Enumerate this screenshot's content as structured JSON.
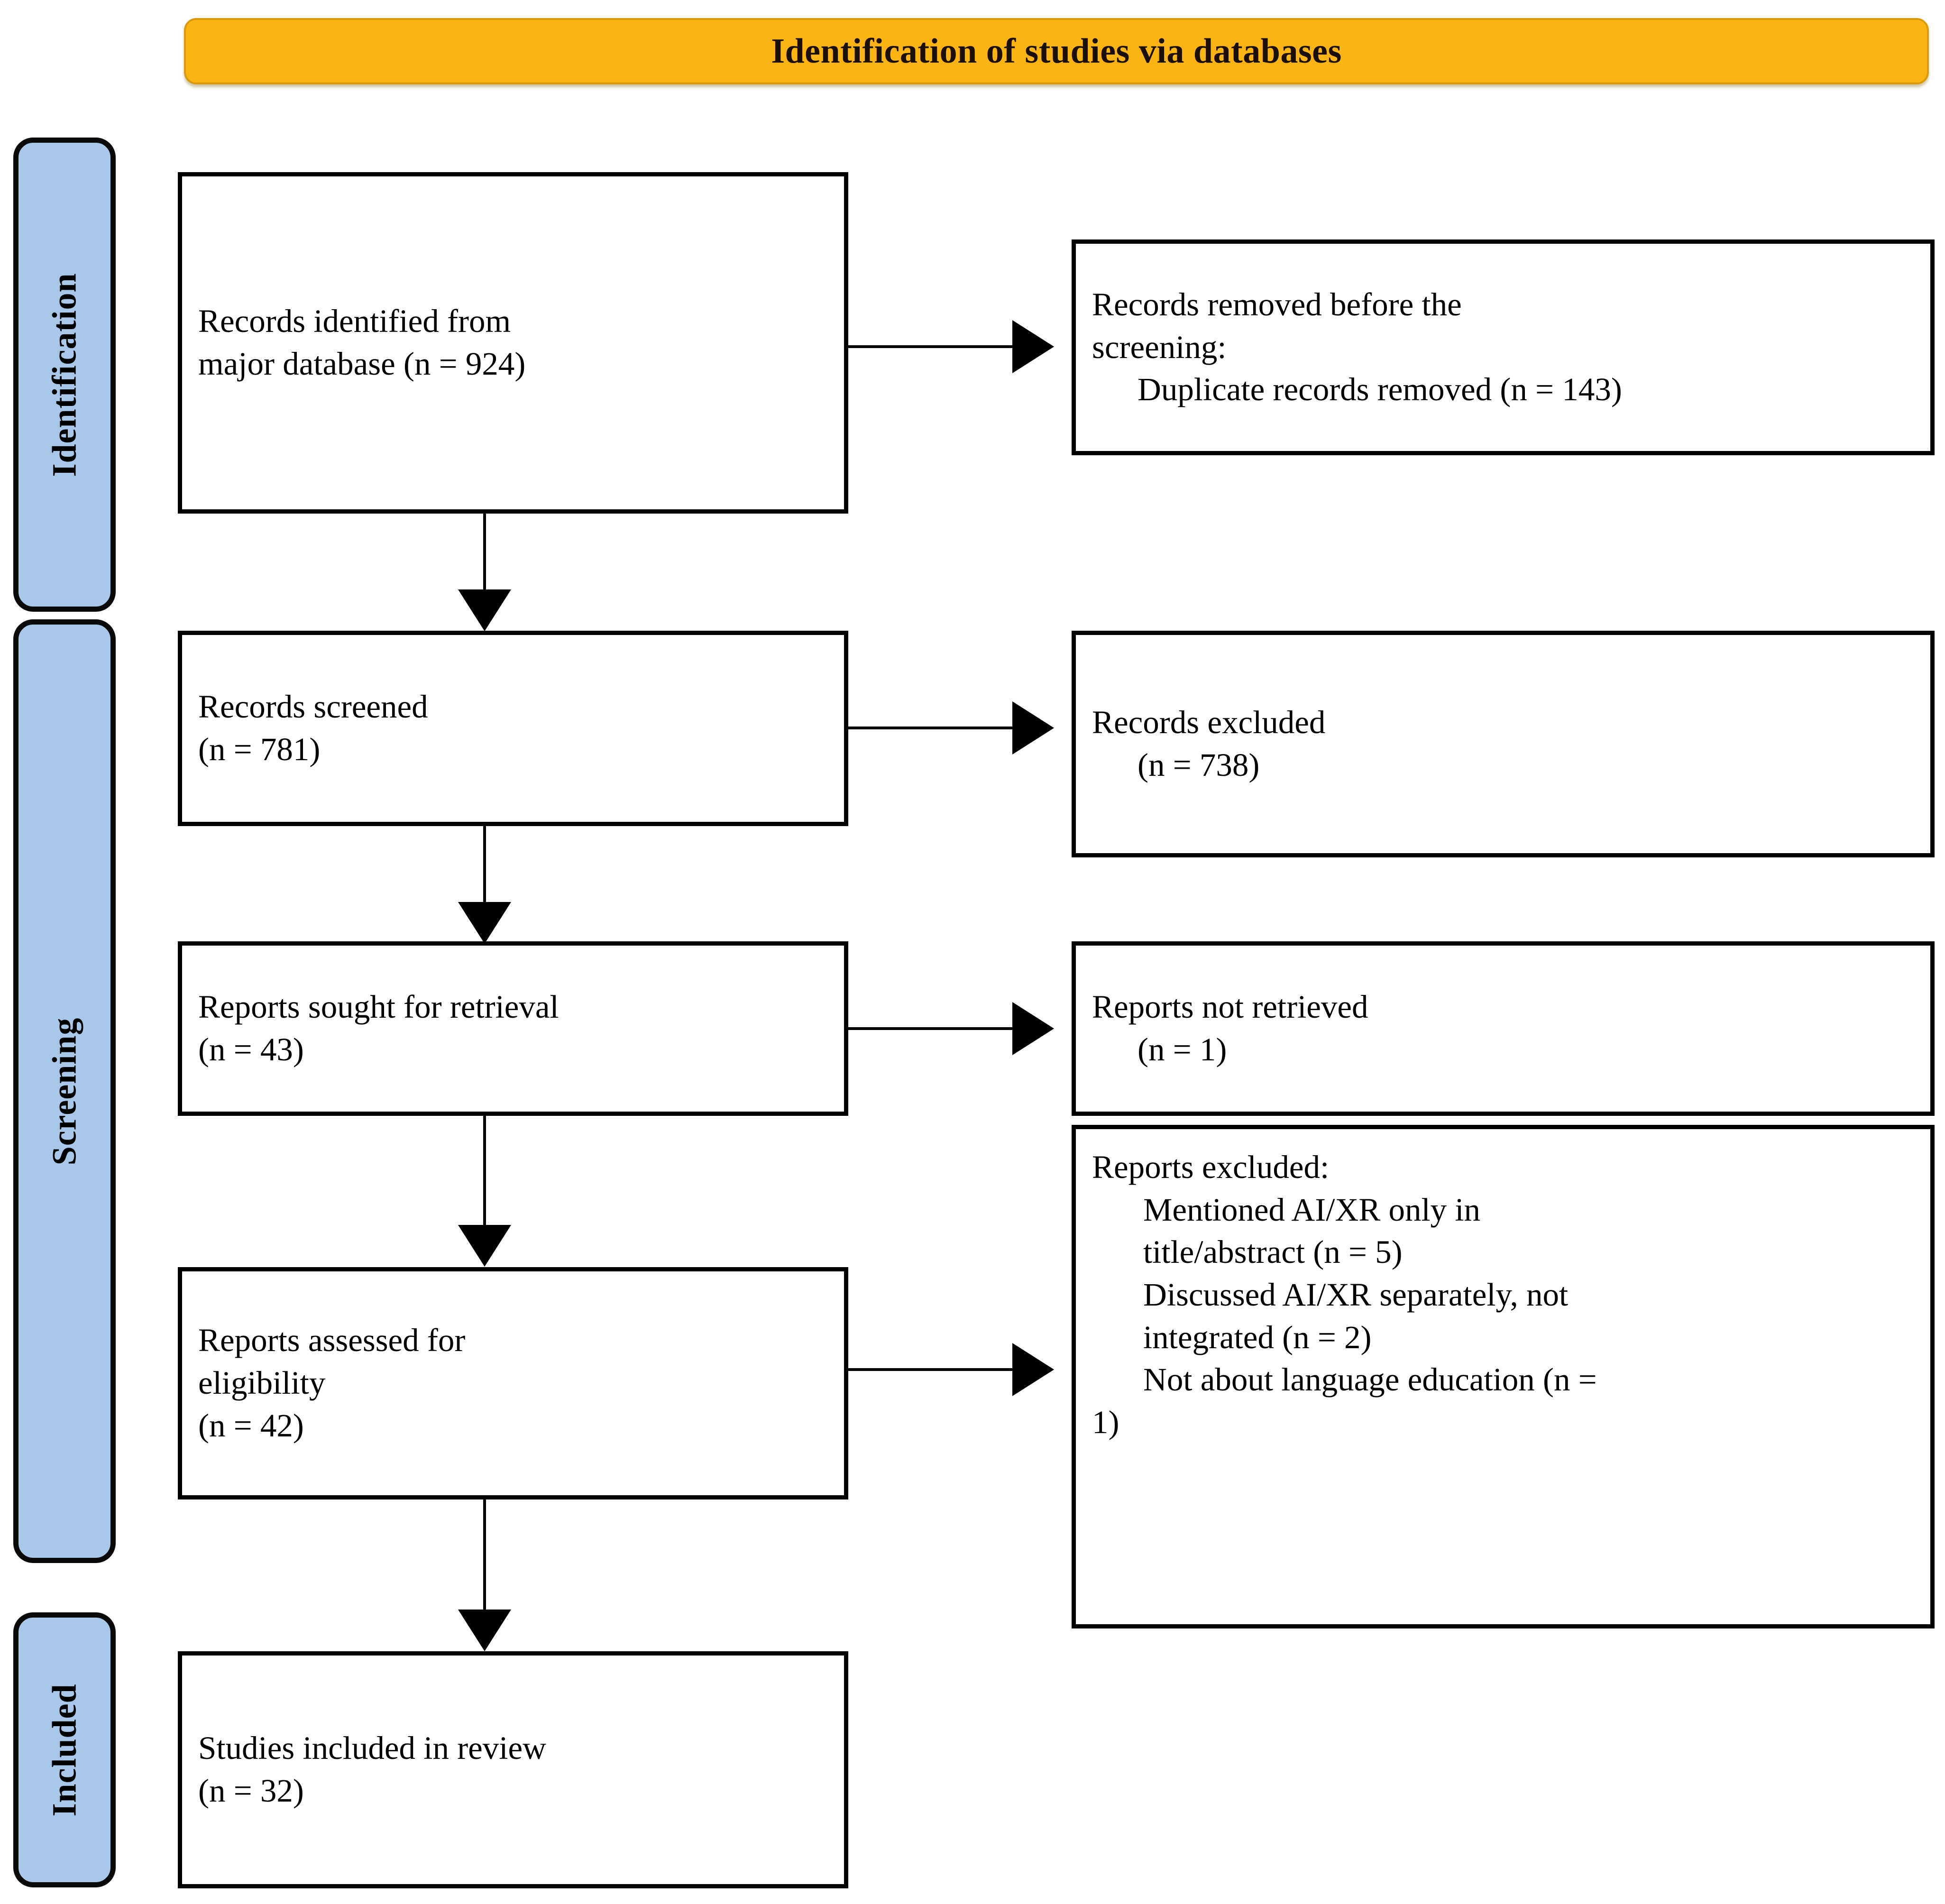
{
  "banner": {
    "title": "Identification of studies via databases",
    "accent_color": "#FBB512"
  },
  "stages": [
    {
      "id": "identification",
      "label": "Identification"
    },
    {
      "id": "screening",
      "label": "Screening"
    },
    {
      "id": "included",
      "label": "Included"
    }
  ],
  "stage_bar_color": "#A9C7E8",
  "boxes": {
    "identified": {
      "line1": "Records identified from",
      "line2": "major database (n = 924)"
    },
    "removed": {
      "line1": "Records removed before the",
      "line2": "screening:",
      "line3": "Duplicate records removed (n = 143)"
    },
    "screened": {
      "line1": "Records screened",
      "line2": "(n = 781)"
    },
    "excluded_records": {
      "line1": "Records excluded",
      "line2": "(n = 738)"
    },
    "sought": {
      "line1": "Reports sought for retrieval",
      "line2": "(n = 43)"
    },
    "not_retrieved": {
      "line1": "Reports not retrieved",
      "line2": "(n = 1)"
    },
    "assessed": {
      "line1": "Reports assessed for",
      "line2": "eligibility",
      "line3": "(n = 42)"
    },
    "reports_excluded": {
      "line1": "Reports excluded:",
      "line2": "Mentioned AI/XR only in",
      "line3": "title/abstract (n = 5)",
      "line4": "Discussed AI/XR separately, not",
      "line5": "integrated (n = 2)",
      "line6": "Not about language education (n =",
      "line7": "1)"
    },
    "included": {
      "line1": "Studies included in review",
      "line2": "(n = 32)"
    }
  }
}
